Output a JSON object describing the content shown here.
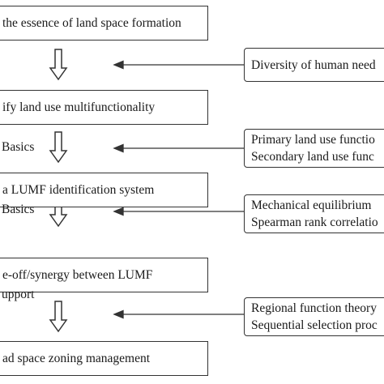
{
  "main_boxes": [
    "the essence of land space formation",
    "ify land use multifunctionality",
    "a LUMF identification system",
    "e-off/synergy between LUMF",
    "ad space zoning management"
  ],
  "step_labels": [
    "Basics",
    "Basics",
    "upport"
  ],
  "side_boxes": [
    [
      "Diversity of human need"
    ],
    [
      "Primary land use functio",
      "Secondary land use func"
    ],
    [
      "Mechanical equilibrium",
      "Spearman rank correlatio"
    ],
    [
      "Regional function theory",
      "Sequential selection proc"
    ]
  ]
}
